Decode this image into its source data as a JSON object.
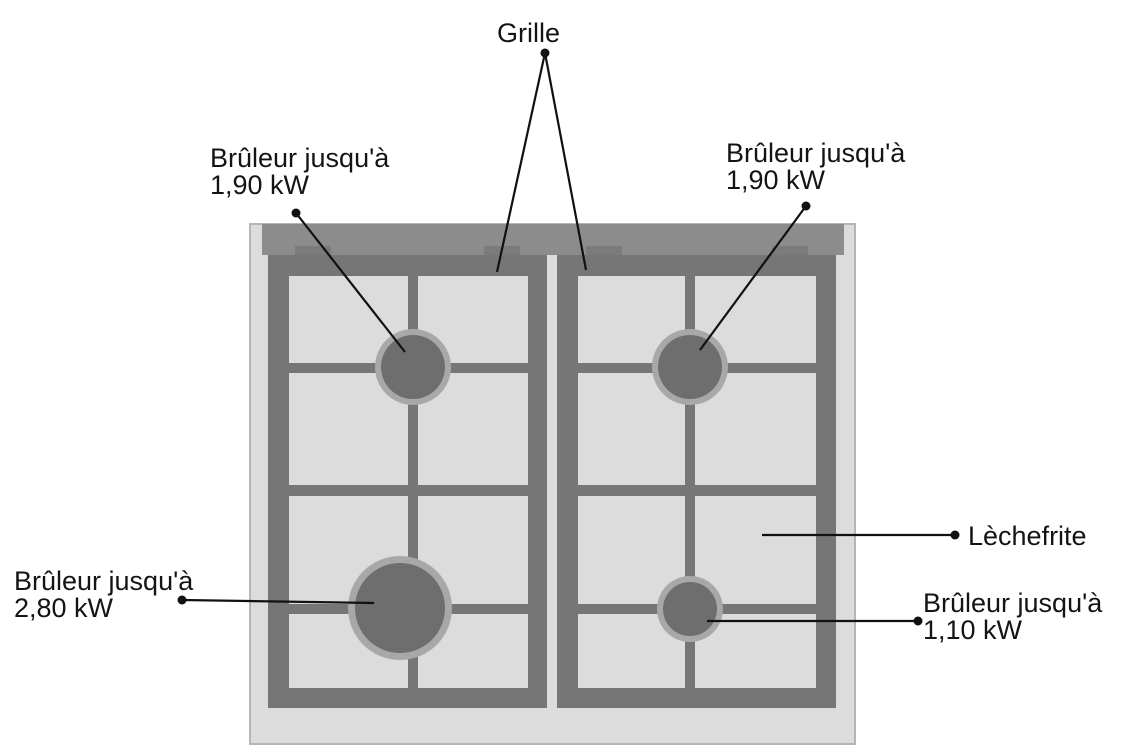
{
  "labels": {
    "grille": "Grille",
    "burner_top_left_line1": "Brûleur jusqu'à",
    "burner_top_left_line2": "1,90 kW",
    "burner_top_right_line1": "Brûleur jusqu'à",
    "burner_top_right_line2": "1,90 kW",
    "burner_bottom_left_line1": "Brûleur jusqu'à",
    "burner_bottom_left_line2": "2,80 kW",
    "burner_bottom_right_line1": "Brûleur jusqu'à",
    "burner_bottom_right_line2": "1,10 kW",
    "lechefrite": "Lèchefrite"
  },
  "colors": {
    "hob_surface": "#dcdcdc",
    "hob_border": "#b5b5b5",
    "back_rail": "#8c8c8c",
    "grid_frame": "#767676",
    "grid_inner": "#e4e4e4",
    "burner_cap": "#6e6e6e",
    "burner_ring": "#a8a8a8",
    "leader_line": "#111111"
  }
}
